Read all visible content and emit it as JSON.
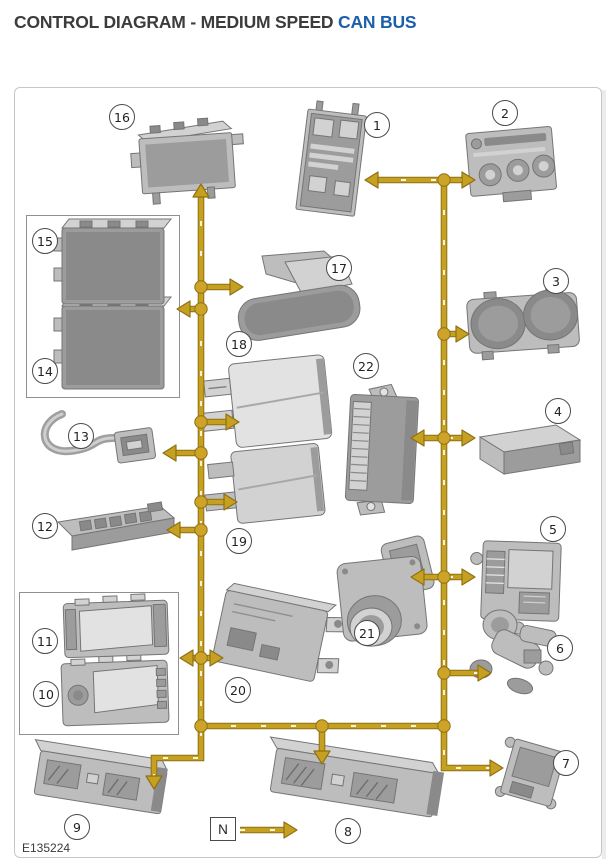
{
  "title": {
    "prefix": "CONTROL DIAGRAM - MEDIUM SPEED",
    "highlight": "CAN BUS"
  },
  "figure_code": "E135224",
  "network_label": "N",
  "colors": {
    "bus_line": "#c5a021",
    "bus_outline": "#8f7113",
    "bus_dot": "#cda428",
    "bus_dash": "#ffffff",
    "title_text": "#3c3c3c",
    "title_highlight": "#1b5faa",
    "frame_border": "#c6c6c6",
    "callout_border": "#4a4a4a"
  },
  "callouts": [
    "1",
    "2",
    "3",
    "4",
    "5",
    "6",
    "7",
    "8",
    "9",
    "10",
    "11",
    "12",
    "13",
    "14",
    "15",
    "16",
    "17",
    "18",
    "19",
    "20",
    "21",
    "22"
  ]
}
